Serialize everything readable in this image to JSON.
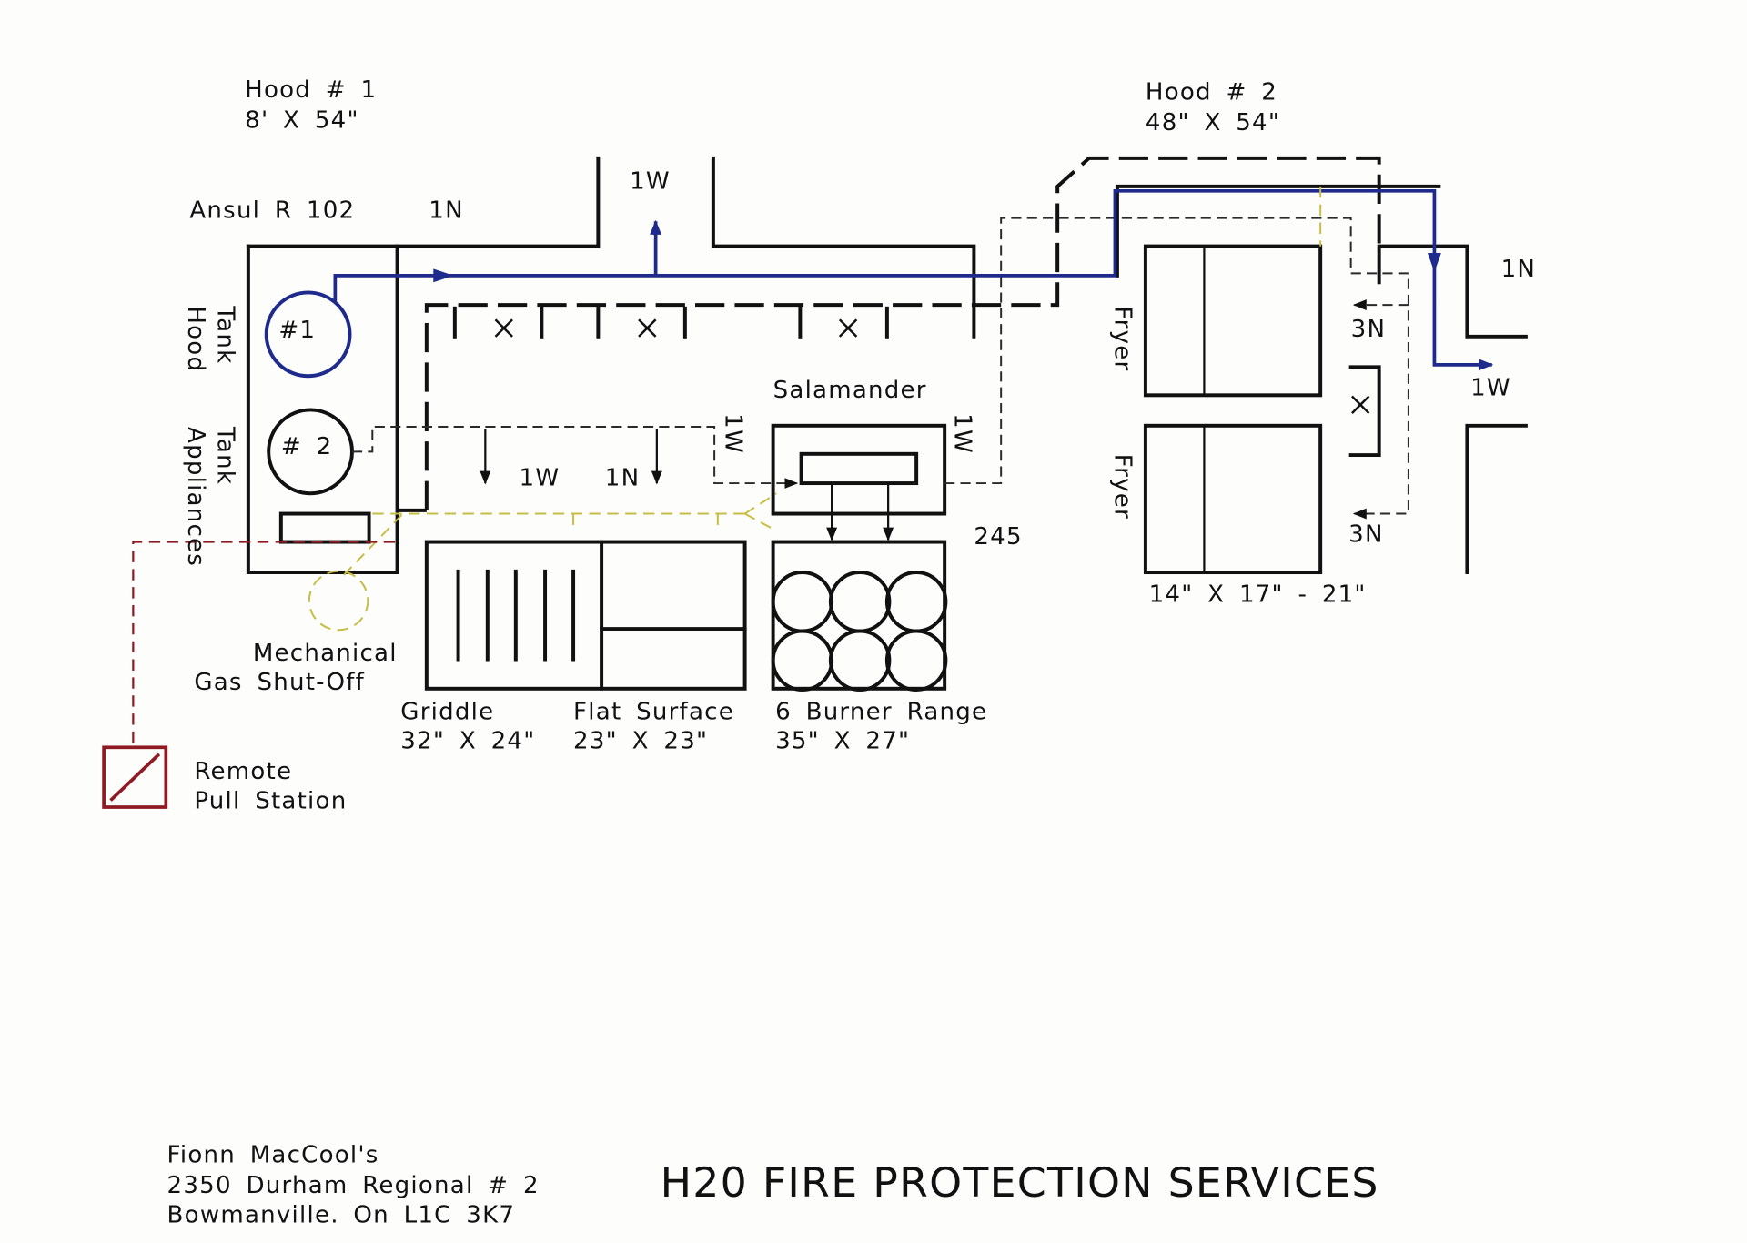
{
  "colors": {
    "ink": "#111111",
    "agent_pipe": "#1f2b8c",
    "gas_line": "#c8bd44",
    "pull_station": "#8e1b24",
    "paper": "#fdfdfc"
  },
  "icons": {
    "pull_station": "pull-station-icon",
    "gas_shutoff": "gas-shutoff-icon",
    "filter": "filter-x-icon"
  },
  "hood_1": {
    "title": "Hood # 1",
    "size": "8' X 54\"",
    "plenum_nozzle": "1N",
    "duct_nozzle": "1W"
  },
  "hood_2": {
    "title": "Hood # 2",
    "size": "48\" X 54\"",
    "plenum_nozzle": "1N",
    "duct_nozzle": "1W"
  },
  "system": "Ansul R 102",
  "tanks": {
    "hood": {
      "number": "#1",
      "line_1": "Tank",
      "line_2": "Hood"
    },
    "appliances": {
      "number": "# 2",
      "line_1": "Tank",
      "line_2": "Appliances"
    }
  },
  "salamander": {
    "name": "Salamander",
    "nozzle_left": "1W",
    "nozzle_right": "1W"
  },
  "griddle": {
    "name": "Griddle",
    "size": "32\" X 24\"",
    "nozzle": "1W"
  },
  "flat_surface": {
    "name": "Flat Surface",
    "size": "23\" X 23\"",
    "nozzle": "1N"
  },
  "range": {
    "name": "6 Burner Range",
    "size": "35\" X 27\"",
    "tag": "245"
  },
  "fryers": {
    "name_1": "Fryer",
    "name_2": "Fryer",
    "size": "14\" X 17\" - 21\"",
    "nozzle_1": "3N",
    "nozzle_2": "3N"
  },
  "gas_shutoff": {
    "line_1": "Mechanical",
    "line_2": "Gas Shut-Off"
  },
  "pull_station": {
    "line_1": "Remote",
    "line_2": "Pull Station"
  },
  "client": {
    "name": "Fionn MacCool's",
    "address": "2350 Durham Regional # 2",
    "city": "Bowmanville. On L1C 3K7"
  },
  "company": "H20 FIRE PROTECTION SERVICES"
}
